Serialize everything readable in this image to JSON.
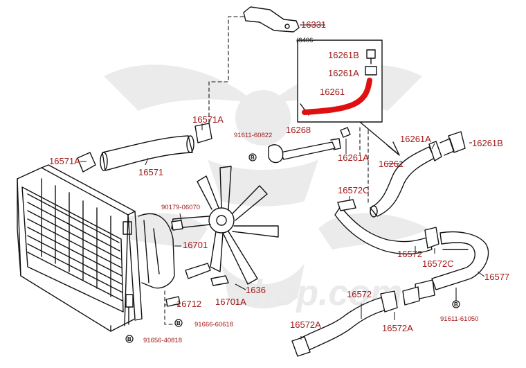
{
  "diagram": {
    "watermark_text": "Shop.com",
    "inset_code": "(8406-",
    "colors": {
      "label": "#a01818",
      "highlight_hose": "#e01010",
      "line_art": "#111111",
      "watermark": "#e6e6e6"
    },
    "part_labels": {
      "p16331": "16331",
      "p16261B_top": "16261B",
      "p16261A_top": "16261A",
      "p16261_top": "16261",
      "p16571A_upper": "16571A",
      "p16571A_left": "16571A",
      "p16571": "16571",
      "p91611_60822": "91611-60822",
      "p16268": "16268",
      "p16261A_mid": "16261A",
      "p16261B_right": "16261B",
      "p16261_mid": "16261",
      "p16261A_bottom": "16261A",
      "p16572C_upper": "16572C",
      "p90179": "90179-06070",
      "p16701": "16701",
      "p16572": "16572",
      "p16572C_lower": "16572C",
      "p16577": "16577",
      "p1636": "1636",
      "p16712": "16712",
      "p16701A": "16701A",
      "p91666": "91666-60618",
      "p16572_lower": "16572",
      "p91611_61050": "91611-61050",
      "p16572A_left": "16572A",
      "p16572A_mid": "16572A",
      "p91656": "91656-40818"
    }
  }
}
